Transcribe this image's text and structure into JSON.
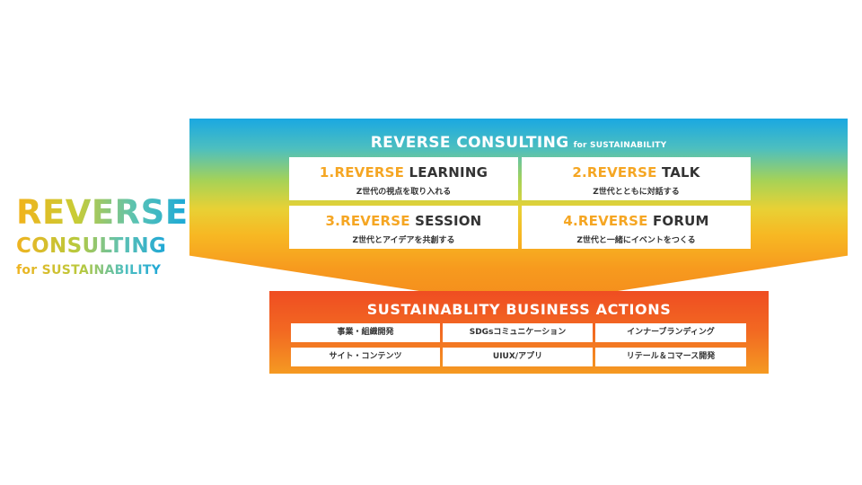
{
  "logo": {
    "line1": "REVERSE",
    "line2": "CONSULTING",
    "line3": "for SUSTAINABILITY"
  },
  "funnel": {
    "title_main": "REVERSE CONSULTING",
    "title_small": "for SUSTAINABILITY",
    "cards": [
      {
        "num": "1.",
        "rev": "REVERSE",
        "word": " LEARNING",
        "sub": "Z世代の視点を取り入れる"
      },
      {
        "num": "2.",
        "rev": "REVERSE",
        "word": " TALK",
        "sub": "Z世代とともに対話する"
      },
      {
        "num": "3.",
        "rev": "REVERSE",
        "word": " SESSION",
        "sub": "Z世代とアイデアを共創する"
      },
      {
        "num": "4.",
        "rev": "REVERSE",
        "word": " FORUM",
        "sub": "Z世代と一緒にイベントをつくる"
      }
    ]
  },
  "actions": {
    "title": "SUSTAINABLITY BUSINESS ACTIONS",
    "items": [
      "事業・組織開発",
      "SDGsコミュニケーション",
      "インナーブランディング",
      "サイト・コンテンツ",
      "UIUX/アプリ",
      "リテール＆コマース開発"
    ]
  },
  "colors": {
    "brand_yellow": "#f5a623",
    "brand_blue": "#1aa8e2",
    "action_orange": "#ef4d22"
  }
}
